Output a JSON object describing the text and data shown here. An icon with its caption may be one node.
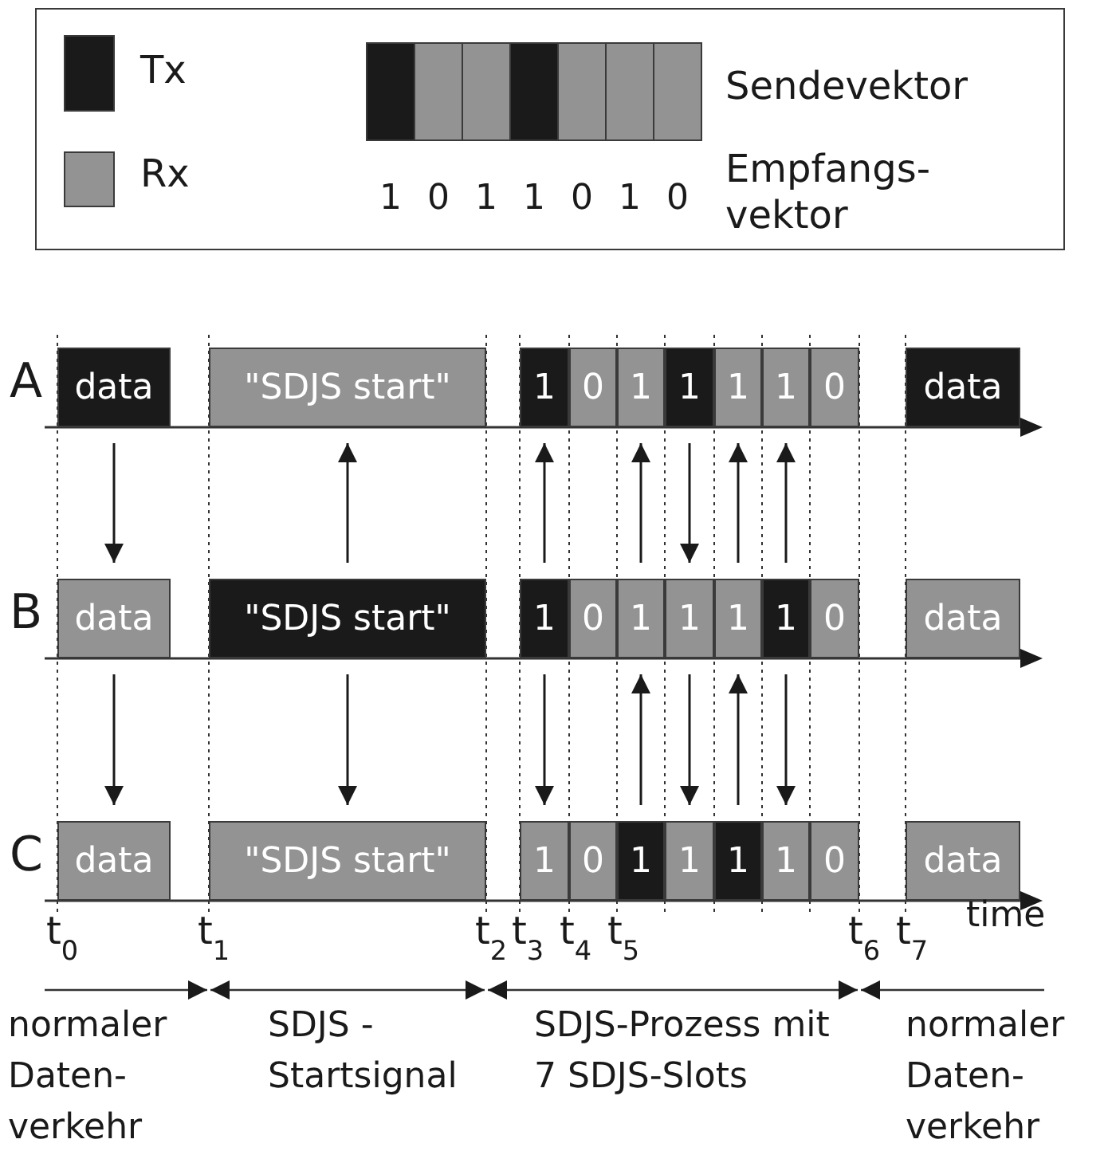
{
  "diagram": {
    "nodes": [
      {
        "text": [
          "data"
        ]
      },
      {
        "text": [
          "\"SDJS start\""
        ]
      },
      {
        "text": [
          "1"
        ]
      },
      {
        "text": [
          "0"
        ]
      },
      {
        "text": [
          "1"
        ]
      },
      {
        "text": [
          "1"
        ]
      },
      {
        "text": [
          "1"
        ]
      },
      {
        "text": [
          "1"
        ]
      },
      {
        "text": [
          "0"
        ]
      },
      {
        "text": [
          "data"
        ]
      },
      {
        "text": [
          "data"
        ]
      },
      {
        "text": [
          "\"SDJS start\""
        ]
      },
      {
        "text": [
          "1"
        ]
      },
      {
        "text": [
          "0"
        ]
      },
      {
        "text": [
          "1"
        ]
      },
      {
        "text": [
          "1"
        ]
      },
      {
        "text": [
          "1"
        ]
      },
      {
        "text": [
          "1"
        ]
      },
      {
        "text": [
          "0"
        ]
      },
      {
        "text": [
          "data"
        ]
      },
      {
        "text": [
          "data"
        ]
      },
      {
        "text": [
          "\"SDJS start\""
        ]
      },
      {
        "text": [
          "1"
        ]
      },
      {
        "text": [
          "0"
        ]
      },
      {
        "text": [
          "1"
        ]
      },
      {
        "text": [
          "1"
        ]
      },
      {
        "text": [
          "1"
        ]
      },
      {
        "text": [
          "1"
        ]
      },
      {
        "text": [
          "0"
        ]
      },
      {
        "text": [
          "data"
        ]
      }
    ],
    "edges": [
      {
        "from": 0,
        "to": 10,
        "arrow": "to"
      },
      {
        "from": 11,
        "to": 1,
        "arrow": "to"
      },
      {
        "from": 12,
        "to": 2,
        "arrow": "to"
      },
      {
        "from": 14,
        "to": 4,
        "arrow": "to"
      },
      {
        "from": 5,
        "to": 15,
        "arrow": "to"
      },
      {
        "from": 16,
        "to": 6,
        "arrow": "to"
      },
      {
        "from": 17,
        "to": 7,
        "arrow": "to"
      },
      {
        "from": 10,
        "to": 20,
        "arrow": "to"
      },
      {
        "from": 11,
        "to": 21,
        "arrow": "to"
      },
      {
        "from": 12,
        "to": 22,
        "arrow": "to"
      },
      {
        "from": 24,
        "to": 14,
        "arrow": "to"
      },
      {
        "from": 15,
        "to": 25,
        "arrow": "to"
      },
      {
        "from": 26,
        "to": 16,
        "arrow": "to"
      },
      {
        "from": 17,
        "to": 27,
        "arrow": "to"
      }
    ],
    "labels": [
      "Sendevektor",
      "1",
      "0",
      "1",
      "1",
      "0",
      "1",
      "0",
      "Empfangs- vektor",
      "A",
      "B",
      "C",
      "t$_{0}$",
      "t$_{1}$",
      "t$_{2}$",
      "t$_{3}$",
      "t$_{4}$",
      "t$_{5}$",
      "t$_{6}$",
      "t$_{7}$",
      "time",
      "normaler Daten- verkehr",
      "SDJS - Startsignal",
      "SDJS-Prozess mit 7 SDJS-Slots",
      "normaler Daten- verkehr"
    ],
    "legend": [
      {
        "text": "Tx",
        "color": "#1a1a1a"
      },
      {
        "text": "Rx",
        "color": "#939393"
      }
    ]
  }
}
